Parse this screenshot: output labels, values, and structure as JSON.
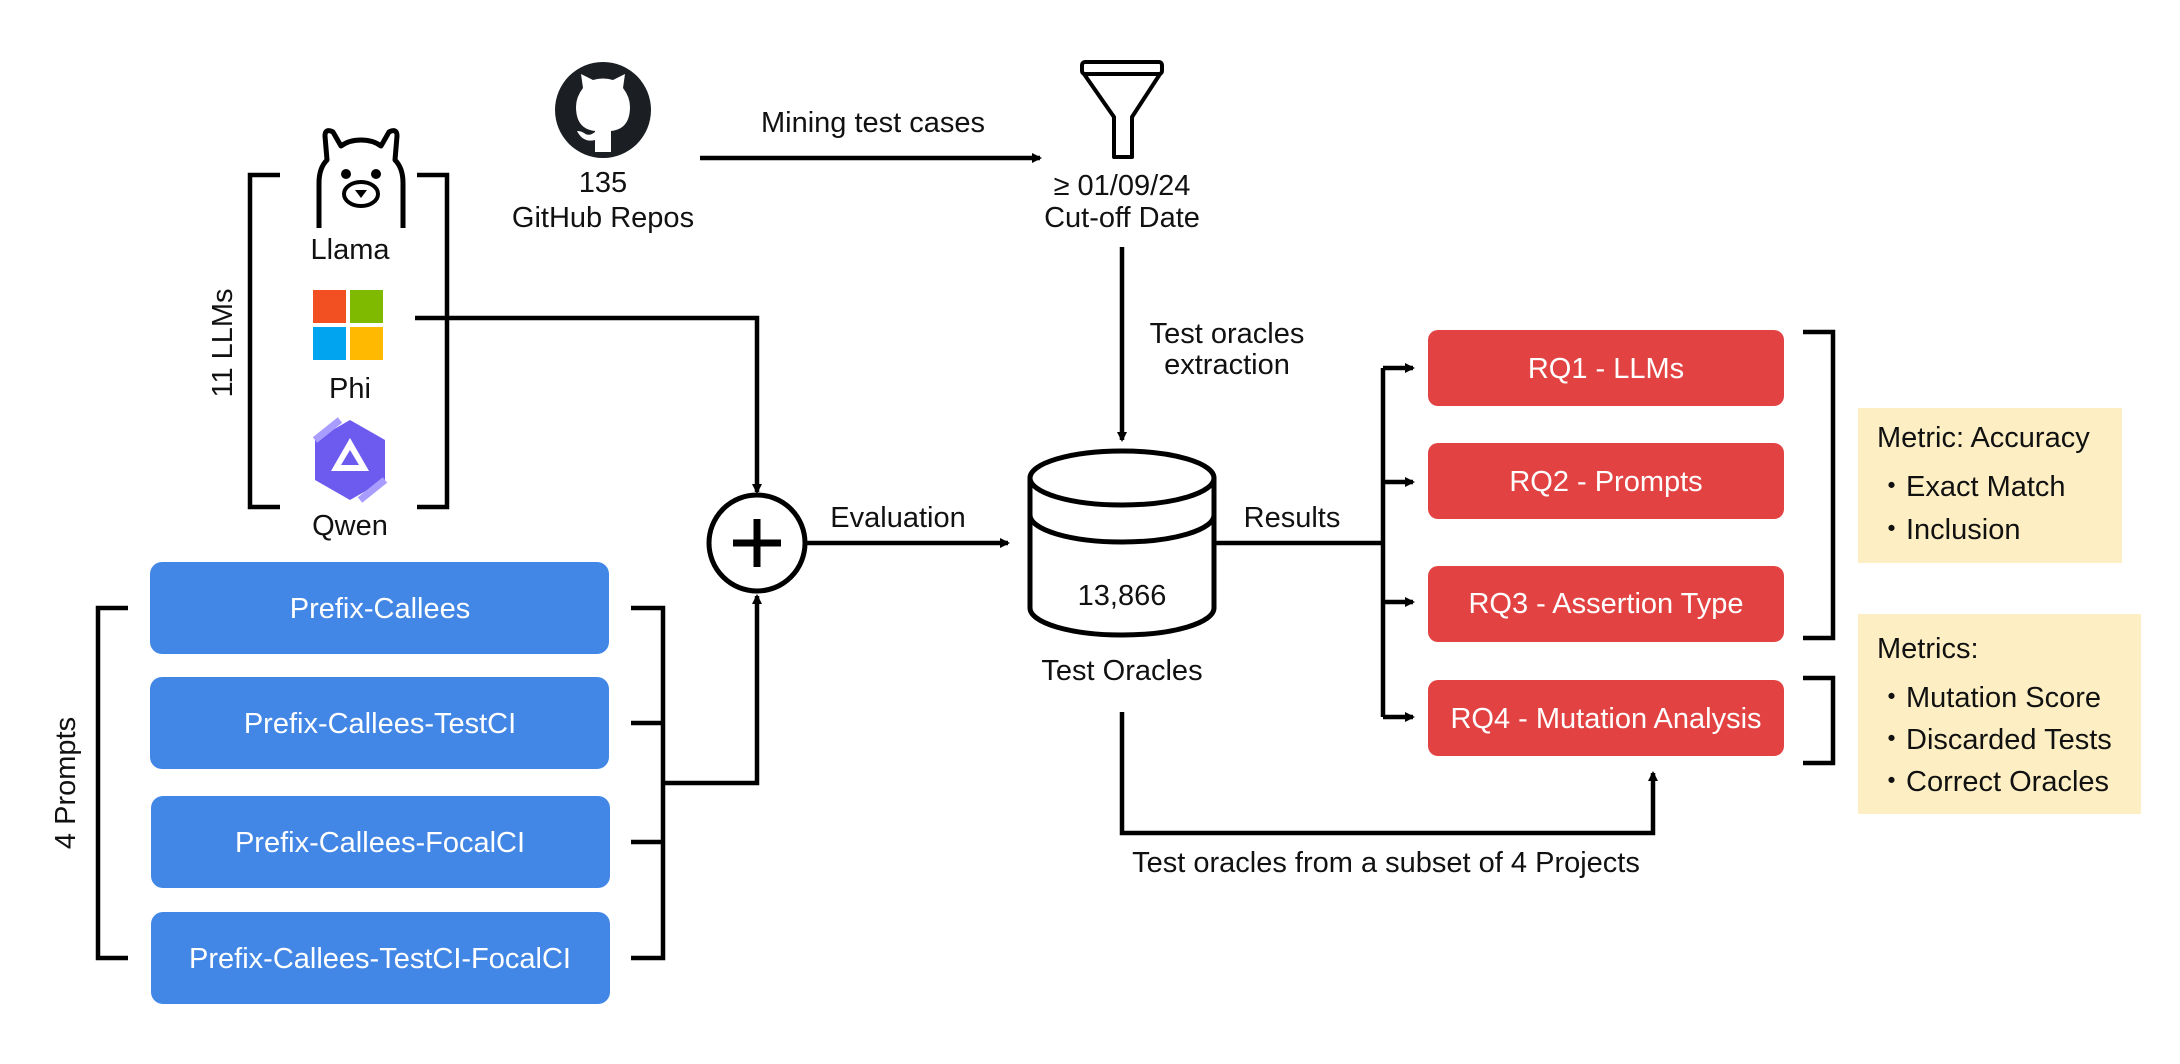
{
  "llm_group": {
    "count_label": "11 LLMs",
    "models": [
      {
        "name": "Llama",
        "icon": "llama-icon"
      },
      {
        "name": "Phi",
        "icon": "microsoft-logo-icon"
      },
      {
        "name": "Qwen",
        "icon": "qwen-logo-icon"
      }
    ]
  },
  "prompt_group": {
    "count_label": "4 Prompts",
    "prompts": [
      "Prefix-Callees",
      "Prefix-Callees-TestCI",
      "Prefix-Callees-FocalCI",
      "Prefix-Callees-TestCI-FocalCI"
    ],
    "color": "#4287e6"
  },
  "repos": {
    "count": "135",
    "label": "GitHub Repos",
    "icon": "github-icon"
  },
  "mining": {
    "label": "Mining test cases"
  },
  "filter": {
    "date": "≥ 01/09/24",
    "label": "Cut-off Date",
    "icon": "funnel-icon"
  },
  "extraction": {
    "line1": "Test oracles",
    "line2": "extraction"
  },
  "combine": {
    "icon": "plus-icon",
    "label": "Evaluation"
  },
  "database": {
    "count": "13,866",
    "label": "Test Oracles",
    "icon": "database-icon"
  },
  "results": {
    "label": "Results"
  },
  "research_questions": [
    {
      "label": "RQ1 - LLMs"
    },
    {
      "label": "RQ2 - Prompts"
    },
    {
      "label": "RQ3 - Assertion Type"
    },
    {
      "label": "RQ4 - Mutation Analysis"
    }
  ],
  "rq_color": "#e34242",
  "subset": {
    "label": "Test oracles from a subset of 4 Projects"
  },
  "metrics_accuracy": {
    "title": "Metric:  Accuracy",
    "items": [
      "・Exact Match",
      "・Inclusion"
    ]
  },
  "metrics_mutation": {
    "title": "Metrics:",
    "items": [
      "・Mutation Score",
      "・Discarded Tests",
      "・Correct Oracles"
    ]
  },
  "metrics_color": "#fdefc3"
}
